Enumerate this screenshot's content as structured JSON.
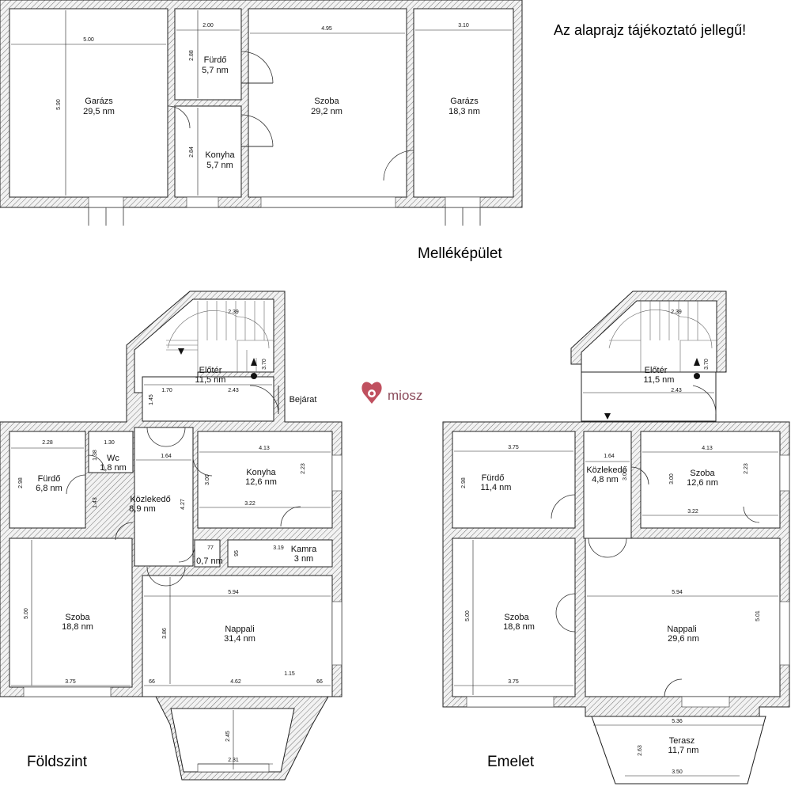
{
  "note": "Az alaprajz tájékoztató jellegű!",
  "sections": {
    "outbuilding": "Melléképület",
    "ground_floor": "Földszint",
    "upper_floor": "Emelet"
  },
  "logo": {
    "text": "miosz",
    "icon": "heart-swirl-icon",
    "color": "#c0505f"
  },
  "entrance": "Bejárat",
  "outbuilding_rooms": [
    {
      "name": "Garázs",
      "area": "29,5 nm"
    },
    {
      "name": "Fürdő",
      "area": "5,7 nm"
    },
    {
      "name": "Konyha",
      "area": "5,7 nm"
    },
    {
      "name": "Szoba",
      "area": "29,2 nm"
    },
    {
      "name": "Garázs",
      "area": "18,3 nm"
    }
  ],
  "outbuilding_dims": [
    "5.00",
    "2.00",
    "4.95",
    "3.10",
    "5.90",
    "2.88",
    "2.84"
  ],
  "ground_rooms": [
    {
      "name": "Előtér",
      "area": "11,5 nm"
    },
    {
      "name": "Fürdő",
      "area": "6,8 nm"
    },
    {
      "name": "Wc",
      "area": "1,8 nm"
    },
    {
      "name": "Konyha",
      "area": "12,6 nm"
    },
    {
      "name": "Közlekedő",
      "area": "8,9 nm"
    },
    {
      "name": "",
      "area": "0,7 nm"
    },
    {
      "name": "Kamra",
      "area": "3 nm"
    },
    {
      "name": "Szoba",
      "area": "18,8 nm"
    },
    {
      "name": "Nappali",
      "area": "31,4 nm"
    }
  ],
  "ground_dims": [
    "2.39",
    "3.70",
    "1.70",
    "2.43",
    "1.45",
    "2.28",
    "1.30",
    "1.38",
    "2.98",
    "1.43",
    "1.64",
    "4.13",
    "3.00",
    "2.23",
    "4.27",
    "3.22",
    "77",
    "95",
    "3.19",
    "5.94",
    "5.00",
    "3.86",
    "3.75",
    "66",
    "4.62",
    "1.15",
    "66",
    "2.45",
    "2.31"
  ],
  "upper_rooms": [
    {
      "name": "Előtér",
      "area": "11,5 nm"
    },
    {
      "name": "Fürdő",
      "area": "11,4 nm"
    },
    {
      "name": "Közlekedő",
      "area": "4,8 nm"
    },
    {
      "name": "Szoba",
      "area": "12,6 nm"
    },
    {
      "name": "Szoba",
      "area": "18,8 nm"
    },
    {
      "name": "Nappali",
      "area": "29,6 nm"
    },
    {
      "name": "Terasz",
      "area": "11,7 nm"
    }
  ],
  "upper_dims": [
    "2.39",
    "3.70",
    "2.43",
    "3.75",
    "1.64",
    "4.13",
    "2.98",
    "3.00",
    "3.00",
    "2.23",
    "3.22",
    "5.94",
    "5.00",
    "5.01",
    "3.75",
    "5.36",
    "2.63",
    "3.50"
  ]
}
